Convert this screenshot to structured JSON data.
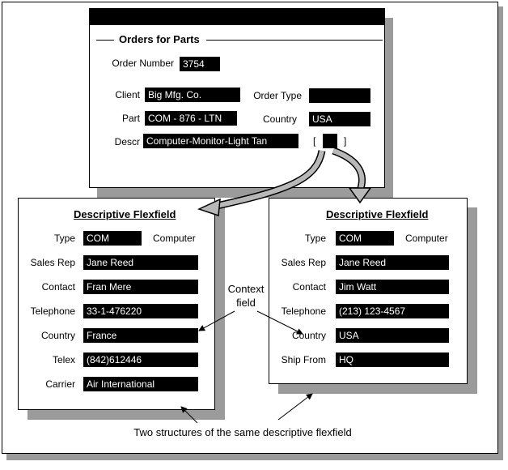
{
  "orders": {
    "title": "Orders for Parts",
    "order_number_label": "Order Number",
    "order_number": "3754",
    "client_label": "Client",
    "client": "Big Mfg. Co.",
    "order_type_label": "Order Type",
    "order_type": "",
    "part_label": "Part",
    "part": "COM - 876 - LTN",
    "country_label": "Country",
    "country": "USA",
    "descr_label": "Descr",
    "descr": "Computer-Monitor-Light Tan",
    "bracket_open": "[",
    "bracket_close": "]"
  },
  "flex_left": {
    "title": "Descriptive Flexfield",
    "rows": [
      {
        "label": "Type",
        "value": "COM",
        "extra": "Computer"
      },
      {
        "label": "Sales Rep",
        "value": "Jane Reed"
      },
      {
        "label": "Contact",
        "value": "Fran Mere"
      },
      {
        "label": "Telephone",
        "value": "33-1-476220"
      },
      {
        "label": "Country",
        "value": "France"
      },
      {
        "label": "Telex",
        "value": "(842)612446"
      },
      {
        "label": "Carrier",
        "value": "Air International"
      }
    ]
  },
  "flex_right": {
    "title": "Descriptive Flexfield",
    "rows": [
      {
        "label": "Type",
        "value": "COM",
        "extra": "Computer"
      },
      {
        "label": "Sales Rep",
        "value": "Jane Reed"
      },
      {
        "label": "Contact",
        "value": "Jim Watt"
      },
      {
        "label": "Telephone",
        "value": "(213) 123-4567"
      },
      {
        "label": "Country",
        "value": "USA"
      },
      {
        "label": "Ship From",
        "value": "HQ"
      }
    ]
  },
  "annotations": {
    "context_line1": "Context",
    "context_line2": "field",
    "caption": "Two structures of the same descriptive flexfield"
  }
}
